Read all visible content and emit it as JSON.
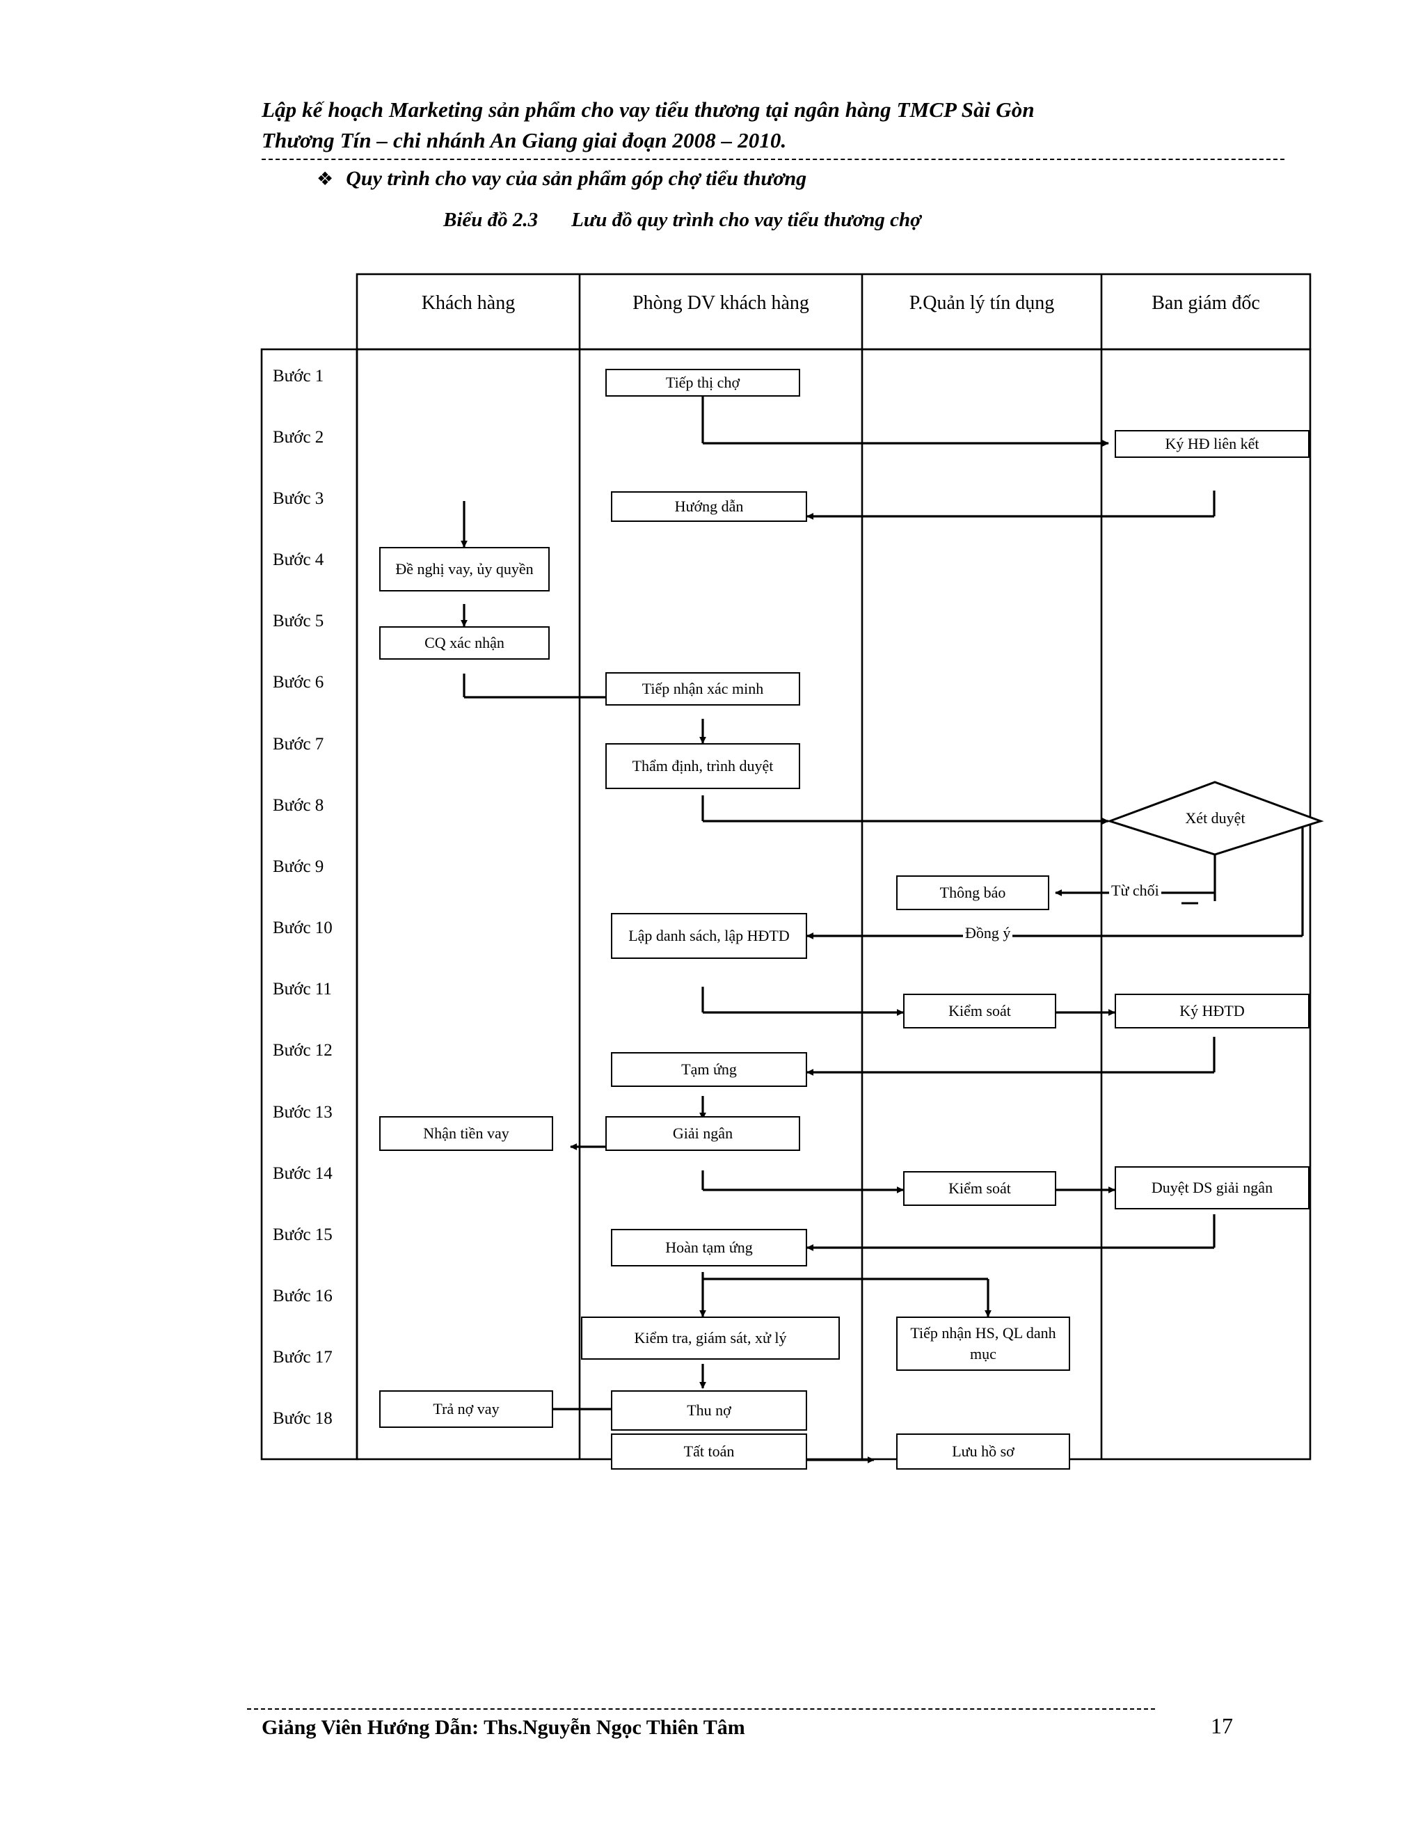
{
  "header": {
    "line1": "Lập kế hoạch Marketing sản phẩm cho vay tiểu thương tại ngân hàng TMCP Sài Gòn",
    "line2": "Thương Tín – chi nhánh An Giang giai đoạn 2008 – 2010."
  },
  "bullet": {
    "glyph": "❖",
    "text": "Quy trình cho vay của sản phẩm góp chợ tiểu thương"
  },
  "caption": {
    "label": "Biểu đồ 2.3",
    "title": "Lưu đồ quy trình cho vay tiểu thương chợ"
  },
  "diagram": {
    "columns": [
      {
        "label": "Khách hàng"
      },
      {
        "label": "Phòng DV khách hàng"
      },
      {
        "label": "P.Quản lý tín dụng"
      },
      {
        "label": "Ban giám đốc"
      }
    ],
    "steps": [
      {
        "label": "Bước 1"
      },
      {
        "label": "Bước 2"
      },
      {
        "label": "Bước 3"
      },
      {
        "label": "Bước 4"
      },
      {
        "label": "Bước 5"
      },
      {
        "label": "Bước 6"
      },
      {
        "label": "Bước 7"
      },
      {
        "label": "Bước 8"
      },
      {
        "label": "Bước 9"
      },
      {
        "label": "Bước 10"
      },
      {
        "label": "Bước 11"
      },
      {
        "label": "Bước 12"
      },
      {
        "label": "Bước 13"
      },
      {
        "label": "Bước 14"
      },
      {
        "label": "Bước 15"
      },
      {
        "label": "Bước 16"
      },
      {
        "label": "Bước 17"
      },
      {
        "label": "Bước 18"
      }
    ],
    "nodes": [
      {
        "id": "tiep-thi-cho",
        "label": "Tiếp thị chợ",
        "step": 1,
        "column": 2
      },
      {
        "id": "ky-hd-lien-ket",
        "label": "Ký HĐ liên kết",
        "step": 2,
        "column": 4
      },
      {
        "id": "huong-dan",
        "label": "Hướng dẫn",
        "step": 3,
        "column": 2
      },
      {
        "id": "de-nghi-vay-uy-quyen",
        "label": "Đề nghị vay, ủy quyền",
        "step": 4,
        "column": 1
      },
      {
        "id": "cq-xac-nhan",
        "label": "CQ xác nhận",
        "step": 5,
        "column": 1
      },
      {
        "id": "tiep-nhan-xac-minh",
        "label": "Tiếp nhận xác minh",
        "step": 6,
        "column": 2
      },
      {
        "id": "tham-dinh-trinh-duyet",
        "label": "Thẩm định, trình duyệt",
        "step": 7,
        "column": 2
      },
      {
        "id": "xet-duyet",
        "label": "Xét duyệt",
        "step": 8,
        "column": 4,
        "shape": "diamond"
      },
      {
        "id": "thong-bao",
        "label": "Thông báo",
        "step": 9,
        "column": 3
      },
      {
        "id": "lap-danh-sach",
        "label": "Lập danh sách, lập HĐTD",
        "step": 10,
        "column": 2
      },
      {
        "id": "kiem-soat-1",
        "label": "Kiểm soát",
        "step": 11,
        "column": 3
      },
      {
        "id": "ky-hdtd",
        "label": "Ký HĐTD",
        "step": 11,
        "column": 4
      },
      {
        "id": "tam-ung",
        "label": "Tạm ứng",
        "step": 12,
        "column": 2
      },
      {
        "id": "nhan-tien-vay",
        "label": "Nhận tiền vay",
        "step": 13,
        "column": 1
      },
      {
        "id": "giai-ngan",
        "label": "Giải ngân",
        "step": 13,
        "column": 2
      },
      {
        "id": "kiem-soat-2",
        "label": "Kiểm soát",
        "step": 14,
        "column": 3
      },
      {
        "id": "duyet-ds-giai-ngan",
        "label": "Duyệt DS giải ngân",
        "step": 14,
        "column": 4
      },
      {
        "id": "hoan-tam-ung",
        "label": "Hoàn tạm ứng",
        "step": 15,
        "column": 2
      },
      {
        "id": "kiem-tra-giam-sat",
        "label": "Kiểm tra, giám sát, xử lý",
        "step": 16,
        "column": 2
      },
      {
        "id": "tiep-nhan-hs",
        "label": "Tiếp nhận HS, QL danh mục",
        "step": 16,
        "column": 3
      },
      {
        "id": "tra-no-vay",
        "label": "Trả nợ vay",
        "step": 17,
        "column": 1
      },
      {
        "id": "thu-no",
        "label": "Thu nợ",
        "step": 17,
        "column": 2
      },
      {
        "id": "tat-toan",
        "label": "Tất toán",
        "step": 18,
        "column": 2
      },
      {
        "id": "luu-ho-so",
        "label": "Lưu hồ sơ",
        "step": 18,
        "column": 3
      }
    ],
    "edge_labels": [
      {
        "id": "tu-choi",
        "label": "Từ chối"
      },
      {
        "id": "dong-y",
        "label": "Đồng ý"
      }
    ]
  },
  "footer": {
    "text": "Giảng Viên Hướng Dẫn: Ths.Nguyễn Ngọc Thiên Tâm",
    "page_number": "17"
  }
}
